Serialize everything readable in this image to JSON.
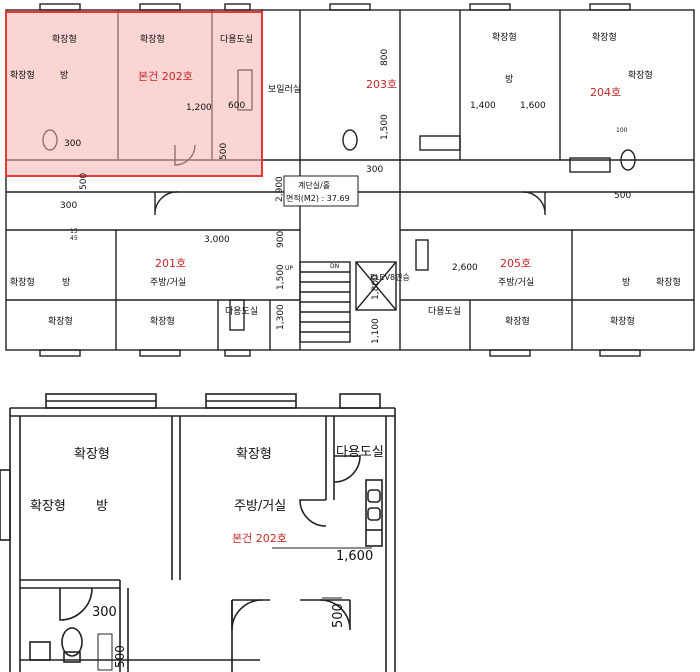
{
  "top_plan": {
    "units": {
      "u202": "본건 202호",
      "u203": "203호",
      "u204": "204호",
      "u201": "201호",
      "u205": "205호"
    },
    "room_labels": {
      "expanded": "확장형",
      "room": "방",
      "kitchen_living": "주방/거실",
      "utility": "다용도실",
      "boiler": "보일러실",
      "elevator": "ELEV8인승",
      "stair_dn": "DN",
      "stair_up": "UP"
    },
    "common": {
      "title": "계단실/홀",
      "area": "면적(M2) : 37.69"
    },
    "dims": {
      "d800": "800",
      "d1500": "1,500",
      "d1400": "1,400",
      "d1600": "1,600",
      "d300": "300",
      "d3000": "3,000",
      "d2600": "2,600",
      "d900": "900",
      "d1300": "1,300",
      "d1100": "1,100",
      "d1800": "1,800",
      "d2900": "2,900",
      "d500": "500",
      "d600": "600",
      "d1200": "1,200",
      "d15": "15",
      "d45": "45",
      "d100": "100"
    }
  },
  "detail_plan": {
    "labels": {
      "expanded_a": "확장형",
      "expanded_b": "확장형",
      "expanded_side": "확장형",
      "room": "방",
      "kitchen_living": "주방/거실",
      "utility": "다용도실",
      "unit": "본건 202호"
    },
    "dims": {
      "d1600": "1,600",
      "d300": "300",
      "d500a": "500",
      "d500b": "500"
    }
  },
  "colors": {
    "highlight_fill": "#f6b3b0",
    "highlight_stroke": "#e53935",
    "unit_text": "#c62828",
    "line": "#222222"
  }
}
